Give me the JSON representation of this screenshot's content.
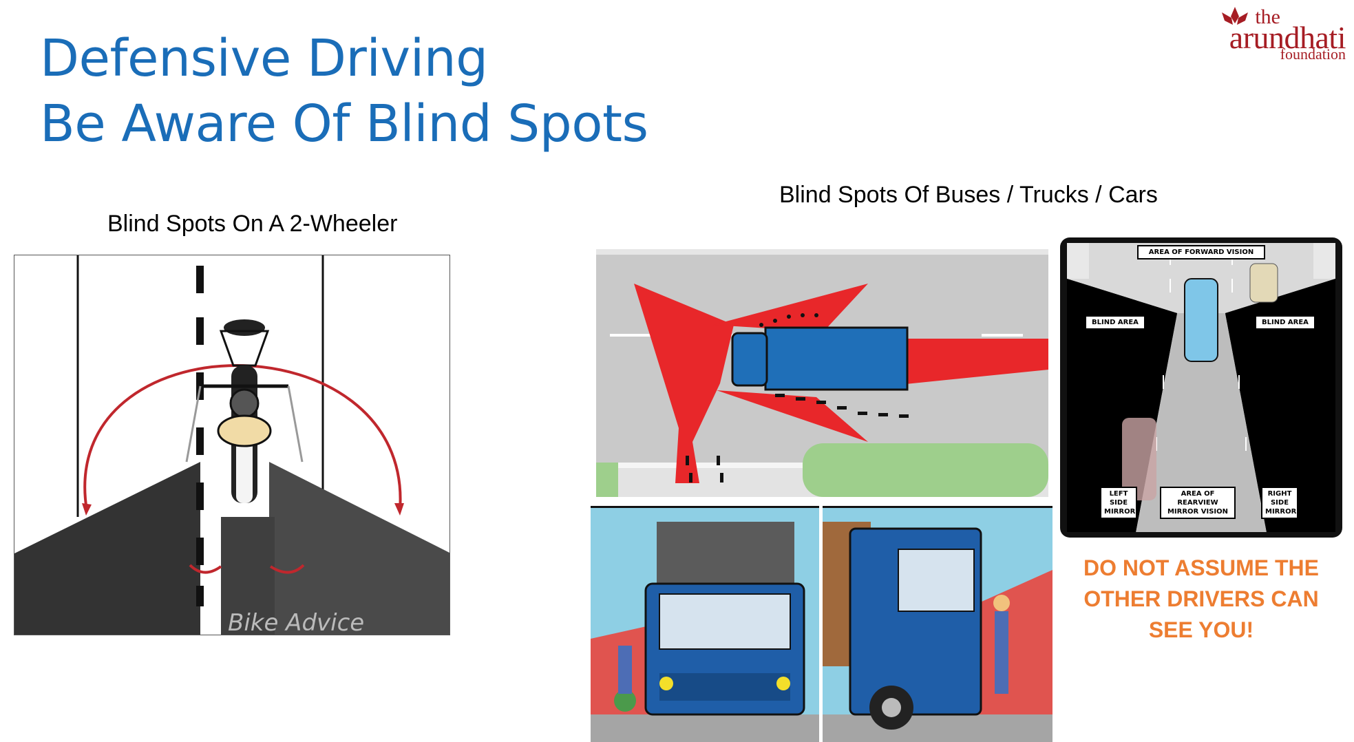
{
  "slide": {
    "title_line1": "Defensive Driving",
    "title_line2": "Be Aware Of Blind Spots",
    "logo": {
      "the": "the",
      "name": "arundhati",
      "foundation": "foundation"
    },
    "left_caption": "Blind Spots On A 2-Wheeler",
    "right_caption": "Blind Spots Of Buses / Trucks / Cars",
    "watermark": "Bike Advice",
    "car_diagram_labels": {
      "forward": "AREA OF FORWARD VISION",
      "blind_left": "BLIND AREA",
      "blind_right": "BLIND AREA",
      "left_mirror": "LEFT SIDE MIRROR",
      "rear_mirror": "AREA OF REARVIEW MIRROR VISION",
      "right_mirror": "RIGHT SIDE MIRROR"
    },
    "warning": "DO NOT ASSUME THE OTHER DRIVERS CAN SEE YOU!"
  },
  "colors": {
    "title": "#1a6db8",
    "logo": "#a61d24",
    "warning": "#ed7d31",
    "blind_zone_red": "#e8272a",
    "truck_blue": "#1f6fb8"
  }
}
